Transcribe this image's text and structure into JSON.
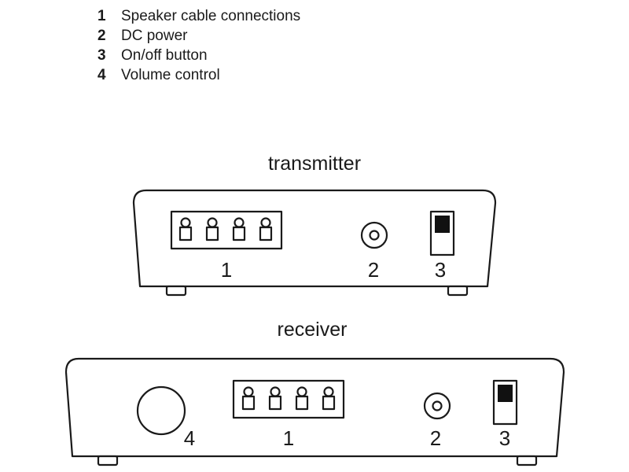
{
  "legend": {
    "items": [
      {
        "num": "1",
        "label": "Speaker cable connections"
      },
      {
        "num": "2",
        "label": "DC power"
      },
      {
        "num": "3",
        "label": "On/off button"
      },
      {
        "num": "4",
        "label": "Volume control"
      }
    ]
  },
  "transmitter": {
    "title": "transmitter",
    "labels": {
      "connections": "1",
      "power": "2",
      "button": "3"
    }
  },
  "receiver": {
    "title": "receiver",
    "labels": {
      "volume": "4",
      "connections": "1",
      "power": "2",
      "button": "3"
    }
  },
  "colors": {
    "line": "#1a1a1a",
    "background": "#ffffff",
    "switch_fill": "#111111"
  }
}
